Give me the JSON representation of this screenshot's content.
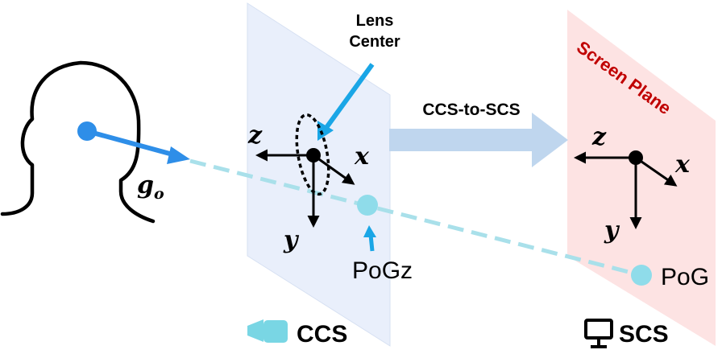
{
  "labels": {
    "lens_center_line1": "Lens",
    "lens_center_line2": "Center",
    "transform": "CCS-to-SCS",
    "screen_plane": "Screen Plane",
    "gaze_symbol": "g",
    "gaze_subscript": "o",
    "ccs_axis_z": "z",
    "ccs_axis_x": "x",
    "ccs_axis_y": "y",
    "scs_axis_z": "z",
    "scs_axis_x": "x",
    "scs_axis_y": "y",
    "pogz": "PoGz",
    "pog": "PoG",
    "ccs": "CCS",
    "scs": "SCS"
  },
  "icons": {
    "camera": "camera-icon",
    "monitor": "monitor-icon"
  },
  "colors": {
    "camera_plane": "#e9effb",
    "screen_plane": "#fde3e3",
    "screen_plane_text": "#c00000",
    "gaze_arrow": "#2e8ee8",
    "gaze_dashed": "#a9e0ea",
    "point": "#8fdcea",
    "lens_arrow": "#1aa6e6",
    "transform_arrow": "#bfd6ee",
    "camera_icon": "#79d6e4",
    "axes": "#000000"
  }
}
